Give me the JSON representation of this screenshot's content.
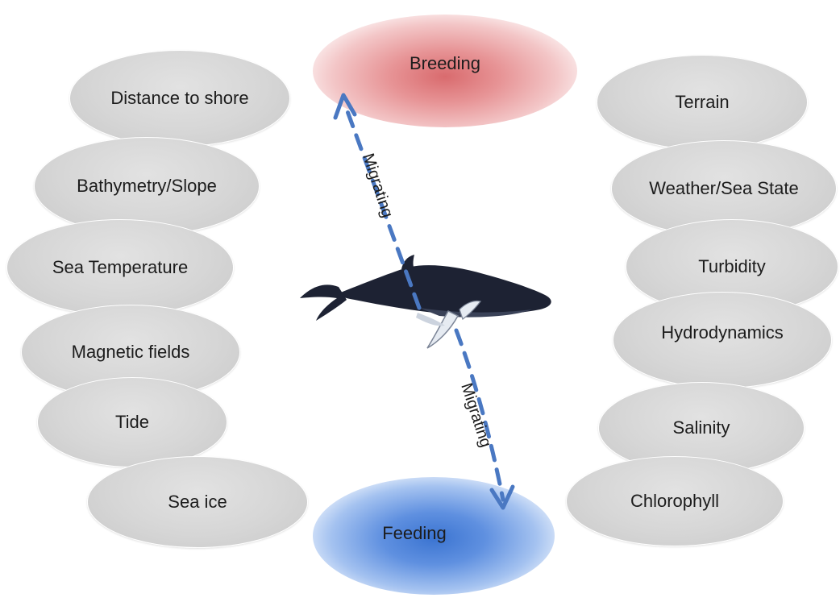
{
  "stages": {
    "breeding": "Breeding",
    "feeding": "Feeding"
  },
  "migration": {
    "upper_label": "Migrating",
    "lower_label": "Migrating"
  },
  "left_factors": [
    "Distance to shore",
    "Bathymetry/Slope",
    "Sea Temperature",
    "Magnetic fields",
    "Tide",
    "Sea ice"
  ],
  "right_factors": [
    "Terrain",
    "Weather/Sea State",
    "Turbidity",
    "Hydrodynamics",
    "Salinity",
    "Chlorophyll"
  ],
  "colors": {
    "breeding": "#d96b6e",
    "feeding": "#3b74d1",
    "arrow": "#4a78c2",
    "factor_fill": "#d6d6d6",
    "whale_body": "#1d2233"
  },
  "icons": {
    "center": "humpback-whale-icon"
  }
}
